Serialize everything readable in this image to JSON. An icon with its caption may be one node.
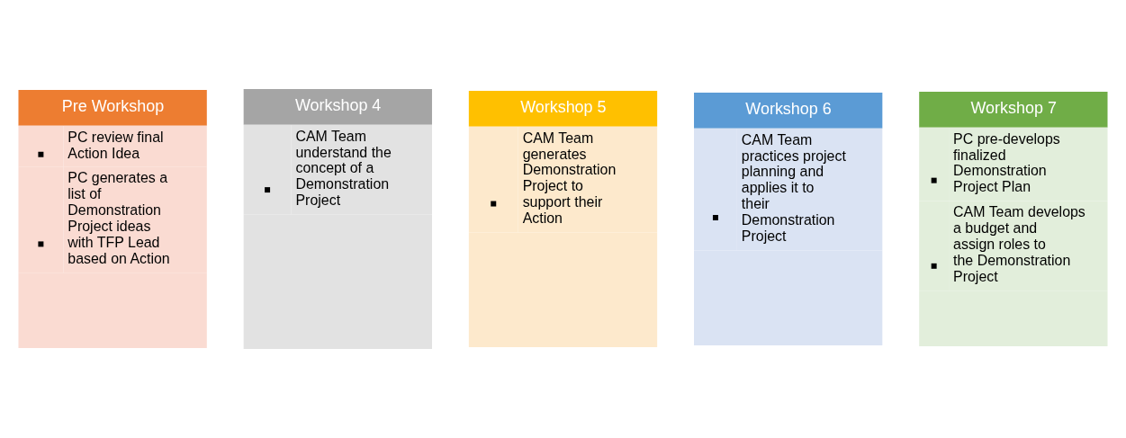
{
  "diagram": {
    "nodes": [
      {
        "text": [
          "Pre Workshop",
          "PC review final Action Idea",
          "PC generates a list of Demonstration Project ideas with TFP Lead based on Action"
        ]
      },
      {
        "text": [
          "Workshop 4",
          "CAM Team understand the concept of a Demonstration Project"
        ]
      },
      {
        "text": [
          "Workshop 5",
          "CAM Team generates Demonstration Project to support their Action"
        ]
      },
      {
        "text": [
          "Workshop 6",
          "CAM Team practices project planning and applies it to their Demonstration Project"
        ]
      },
      {
        "text": [
          "Workshop 7",
          "PC pre-develops finalized Demonstration Project Plan",
          "CAM Team develops a budget and assign roles to the Demonstration Project"
        ]
      }
    ]
  }
}
